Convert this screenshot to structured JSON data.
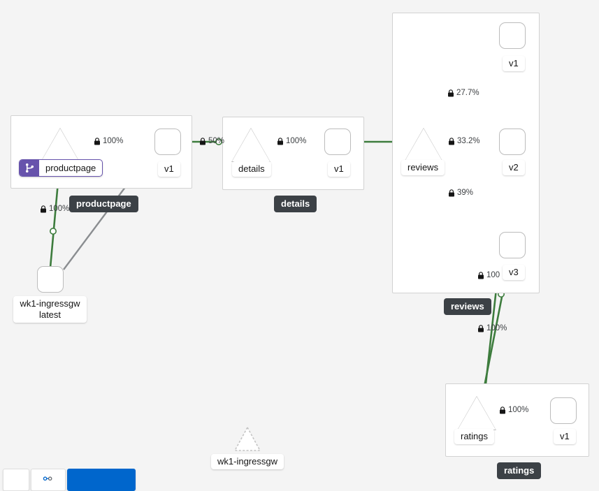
{
  "canvas": {
    "background": "#f4f4f4",
    "edge_color": "#3d7c3d",
    "idle_edge_color": "#8a8d90",
    "tooltip_bg": "#3c4146",
    "badge_color": "#6753ac"
  },
  "groups": [
    {
      "id": "productpage",
      "tooltip": "productpage"
    },
    {
      "id": "details",
      "tooltip": "details"
    },
    {
      "id": "reviews",
      "tooltip": "reviews"
    },
    {
      "id": "ratings",
      "tooltip": "ratings"
    }
  ],
  "nodes": {
    "ingressgw": {
      "label": "wk1-ingressgw\nlatest",
      "type": "workload"
    },
    "productpage_svc": {
      "label": "productpage",
      "type": "service",
      "badge": "code-branch-icon"
    },
    "productpage_v1": {
      "label": "v1",
      "type": "workload"
    },
    "details_svc": {
      "label": "details",
      "type": "service"
    },
    "details_v1": {
      "label": "v1",
      "type": "workload"
    },
    "reviews_svc": {
      "label": "reviews",
      "type": "service"
    },
    "reviews_v1": {
      "label": "v1",
      "type": "workload"
    },
    "reviews_v2": {
      "label": "v2",
      "type": "workload"
    },
    "reviews_v3": {
      "label": "v3",
      "type": "workload"
    },
    "ratings_svc": {
      "label": "ratings",
      "type": "service"
    },
    "ratings_v1": {
      "label": "v1",
      "type": "workload"
    },
    "ingressgw_ghost": {
      "label": "wk1-ingressgw",
      "type": "service-ghost"
    }
  },
  "edges": [
    {
      "id": "gw-to-productpage-svc",
      "label": "100%",
      "secure": true
    },
    {
      "id": "productpage-svc-to-v1",
      "label": "100%",
      "secure": true
    },
    {
      "id": "productpage-v1-to-details",
      "label": "50%",
      "secure": true
    },
    {
      "id": "details-svc-to-v1",
      "label": "100%",
      "secure": true
    },
    {
      "id": "details-v1-to-reviews",
      "label": "",
      "secure": false
    },
    {
      "id": "reviews-svc-to-v1",
      "label": "27.7%",
      "secure": true
    },
    {
      "id": "reviews-svc-to-v2",
      "label": "33.2%",
      "secure": true
    },
    {
      "id": "reviews-svc-to-v3",
      "label": "39%",
      "secure": true
    },
    {
      "id": "reviews-v3-to-ratings",
      "label": "100",
      "secure": true
    },
    {
      "id": "reviews-v2-to-ratings",
      "label": "100%",
      "secure": true
    },
    {
      "id": "ratings-svc-to-v1",
      "label": "100%",
      "secure": true
    }
  ],
  "tooltips": [
    {
      "id": "tip-productpage",
      "text": "productpage"
    },
    {
      "id": "tip-details",
      "text": "details"
    },
    {
      "id": "tip-reviews",
      "text": "reviews"
    },
    {
      "id": "tip-ratings",
      "text": "ratings"
    }
  ],
  "toolbar": {
    "zoom_label": "",
    "primary_label": ""
  }
}
